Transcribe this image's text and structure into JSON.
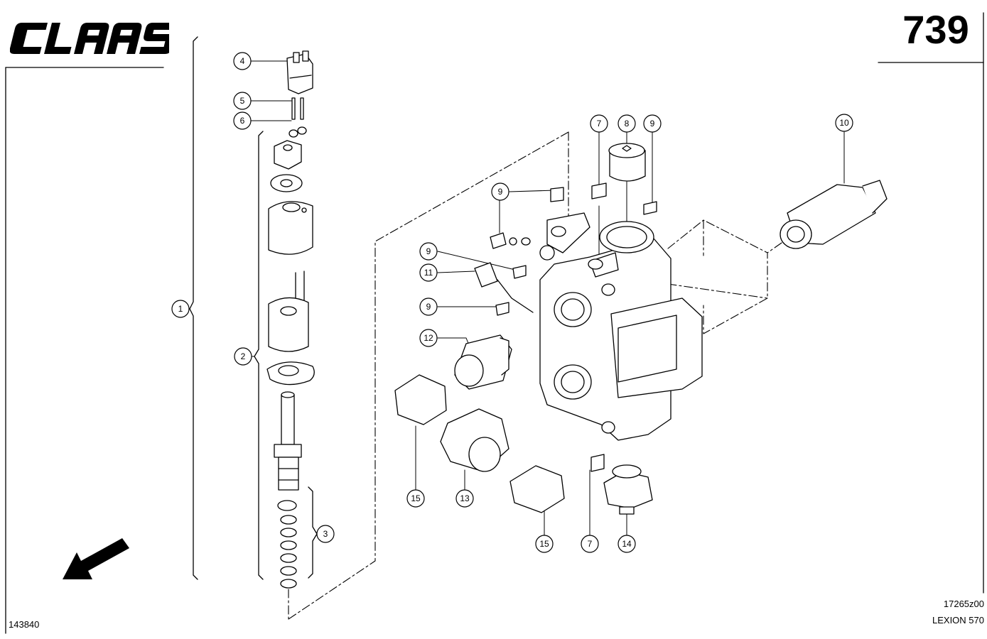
{
  "header": {
    "brand": "CLAAS",
    "page_number": "739"
  },
  "footer": {
    "drawing_code": "17265z00",
    "model": "LEXION 570",
    "part_code": "143840"
  },
  "callouts": [
    {
      "id": "c1",
      "label": "1"
    },
    {
      "id": "c2",
      "label": "2"
    },
    {
      "id": "c3",
      "label": "3"
    },
    {
      "id": "c4",
      "label": "4"
    },
    {
      "id": "c5",
      "label": "5"
    },
    {
      "id": "c6",
      "label": "6"
    },
    {
      "id": "c7a",
      "label": "7"
    },
    {
      "id": "c8",
      "label": "8"
    },
    {
      "id": "c9a",
      "label": "9"
    },
    {
      "id": "c10",
      "label": "10"
    },
    {
      "id": "c9b",
      "label": "9"
    },
    {
      "id": "c9c",
      "label": "9"
    },
    {
      "id": "c11",
      "label": "11"
    },
    {
      "id": "c9d",
      "label": "9"
    },
    {
      "id": "c12",
      "label": "12"
    },
    {
      "id": "c15a",
      "label": "15"
    },
    {
      "id": "c13",
      "label": "13"
    },
    {
      "id": "c15b",
      "label": "15"
    },
    {
      "id": "c7b",
      "label": "7"
    },
    {
      "id": "c14",
      "label": "14"
    }
  ]
}
